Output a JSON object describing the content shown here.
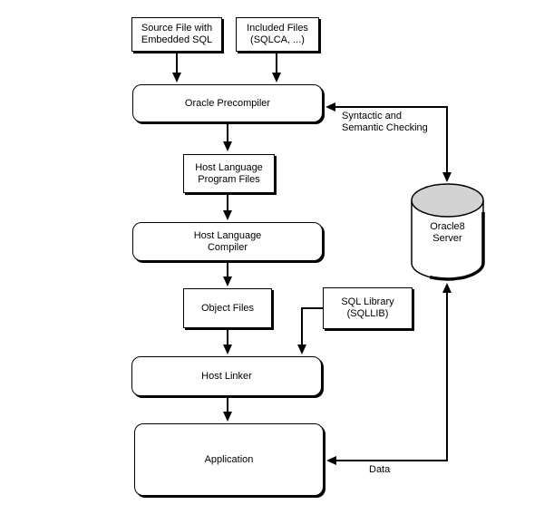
{
  "colors": {
    "line": "#000000",
    "box_fill": "#ffffff",
    "cylinder_top_fill": "#d3d3d3",
    "background": "#ffffff"
  },
  "nodes": {
    "source_file": {
      "lines": [
        "Source File with",
        "Embedded SQL"
      ]
    },
    "included_files": {
      "lines": [
        "Included Files",
        "(SQLCA, ...)"
      ]
    },
    "oracle_precompiler": {
      "lines": [
        "Oracle Precompiler"
      ]
    },
    "host_language_program_files": {
      "lines": [
        "Host Language",
        "Program Files"
      ]
    },
    "host_language_compiler": {
      "lines": [
        "Host Language",
        "Compiler"
      ]
    },
    "object_files": {
      "lines": [
        "Object Files"
      ]
    },
    "sql_library": {
      "lines": [
        "SQL Library",
        "(SQLLIB)"
      ]
    },
    "host_linker": {
      "lines": [
        "Host Linker"
      ]
    },
    "application": {
      "lines": [
        "Application"
      ]
    },
    "oracle8_server": {
      "lines": [
        "Oracle8",
        "Server"
      ]
    }
  },
  "edge_labels": {
    "syntactic_checking": {
      "lines": [
        "Syntactic and",
        "Semantic Checking"
      ]
    },
    "data": {
      "lines": [
        "Data"
      ]
    }
  }
}
